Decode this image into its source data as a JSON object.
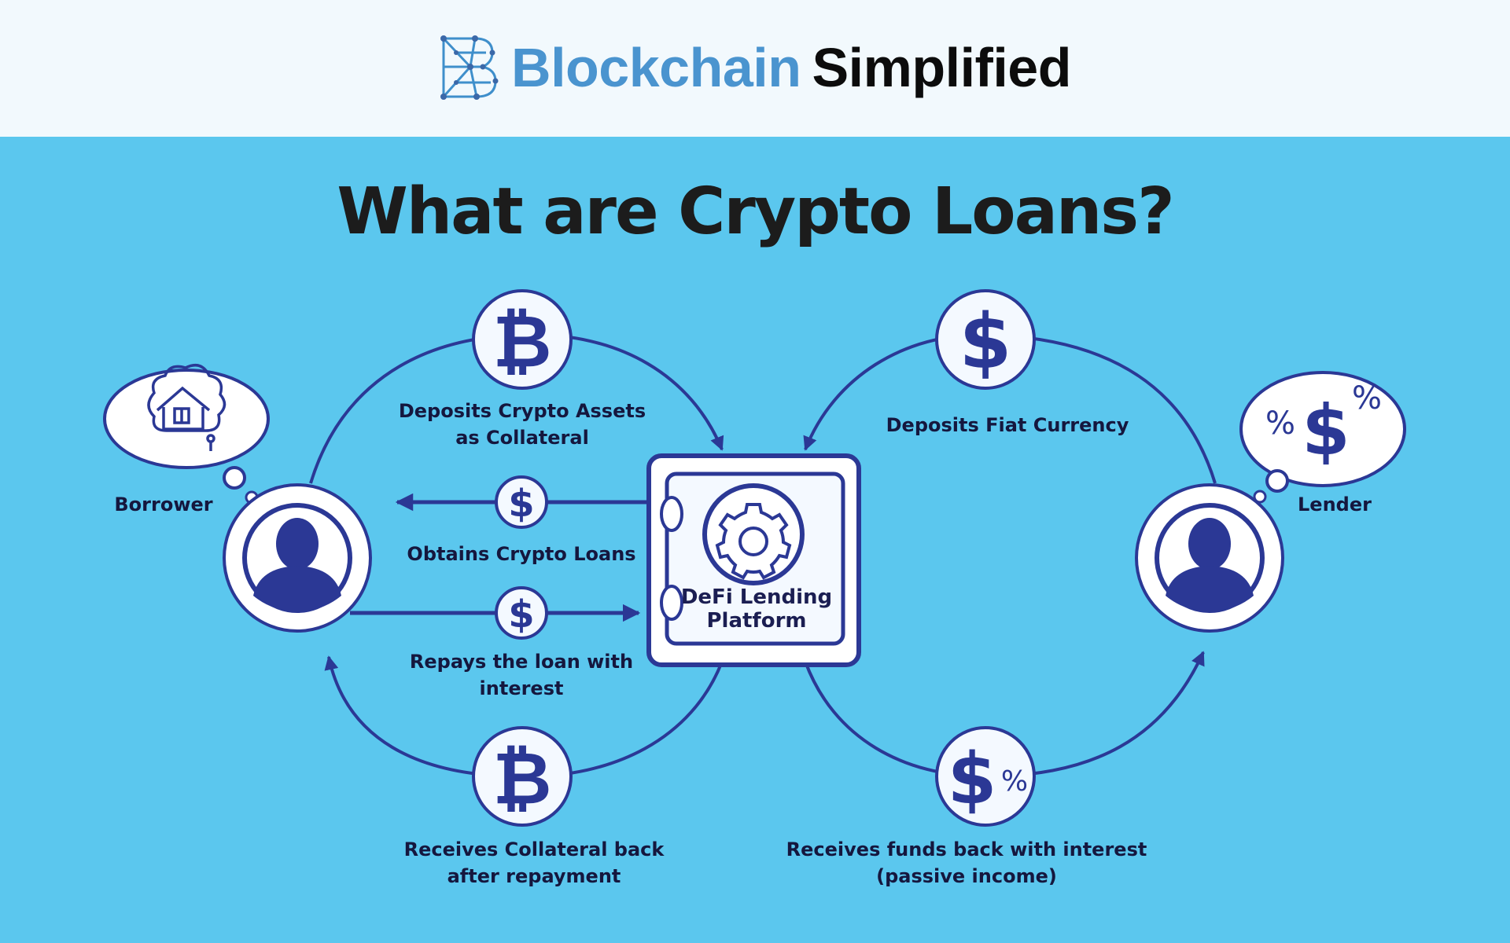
{
  "brand": {
    "name_part1": "Blockchain",
    "name_part2": "Simplified",
    "logo_icon": "blockchain-b-icon"
  },
  "title": "What are Crypto Loans?",
  "actors": {
    "borrower": "Borrower",
    "lender": "Lender"
  },
  "platform": {
    "line1": "DeFi Lending",
    "line2": "Platform",
    "icon": "gear-icon"
  },
  "steps": {
    "deposit_collateral": {
      "line1": "Deposits Crypto Assets",
      "line2": "as Collateral",
      "icon": "bitcoin-icon"
    },
    "obtain_loans": {
      "line1": "Obtains Crypto Loans",
      "icon": "dollar-icon"
    },
    "repay": {
      "line1": "Repays the loan with",
      "line2": "interest",
      "icon": "dollar-icon"
    },
    "collateral_back": {
      "line1": "Receives Collateral back",
      "line2": "after repayment",
      "icon": "bitcoin-icon"
    },
    "deposit_fiat": {
      "line1": "Deposits Fiat Currency",
      "icon": "dollar-icon"
    },
    "funds_back": {
      "line1": "Receives funds back with interest",
      "line2": "(passive income)",
      "icon": "dollar-percent-icon"
    }
  },
  "thought_bubbles": {
    "borrower": "house-icon",
    "lender": "dollar-percent-icon"
  },
  "colors": {
    "background": "#5bc7ee",
    "header": "#f2f9fd",
    "navy": "#2b3895",
    "brand_blue": "#4a94cf",
    "circle_fill": "#f4f9ff"
  }
}
